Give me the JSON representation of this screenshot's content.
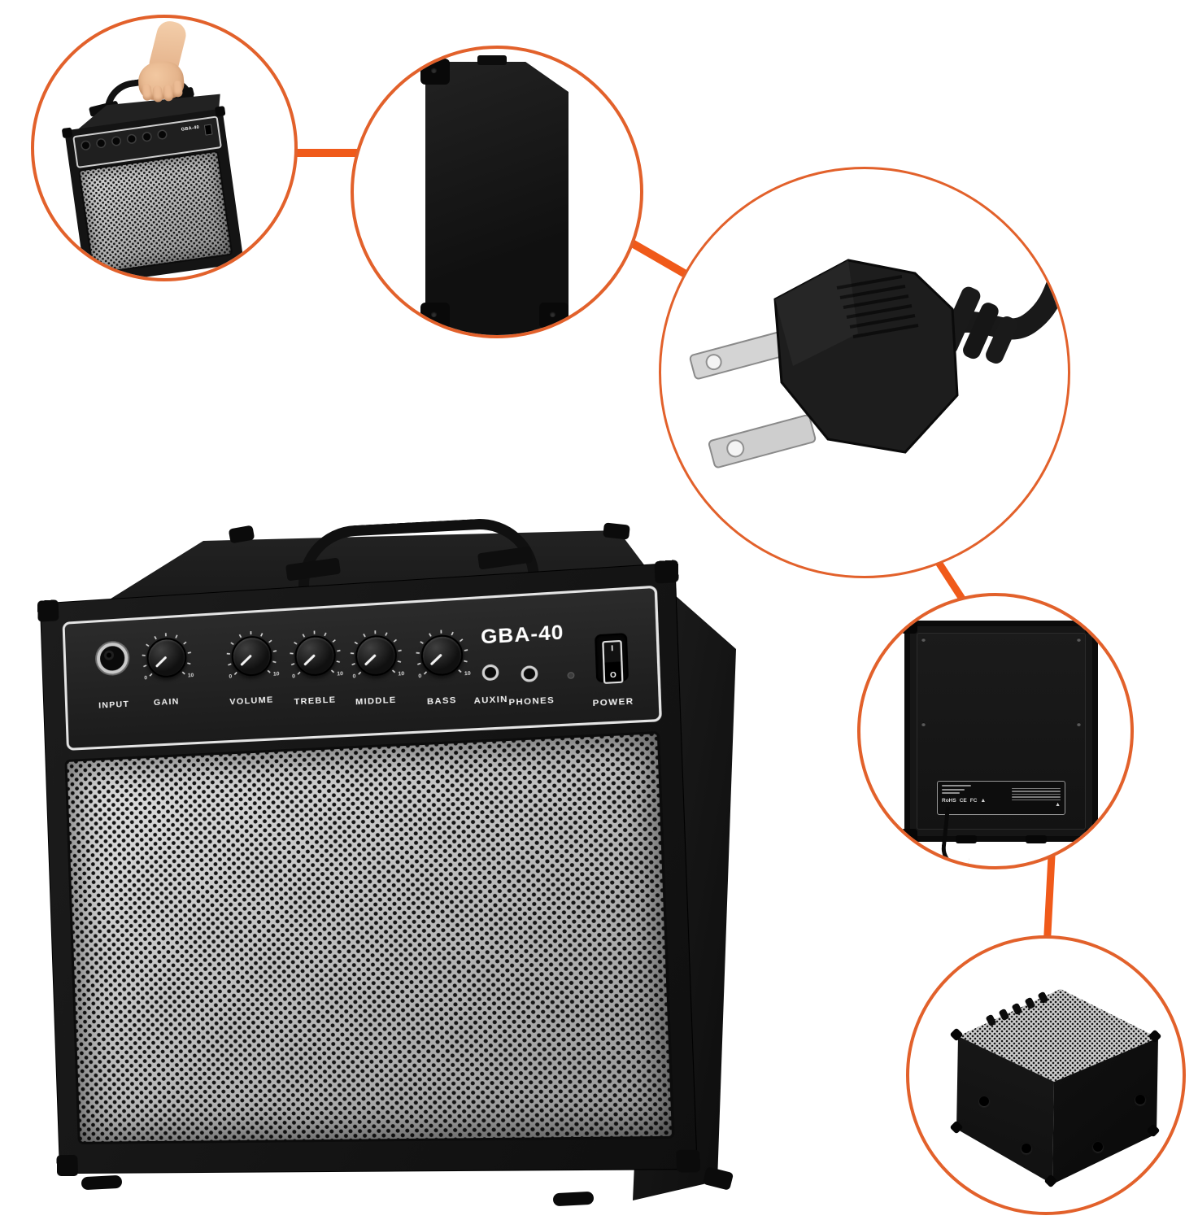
{
  "colors": {
    "ring_orange": "#e2612b",
    "connector_orange": "#f05a1a",
    "amp_black": "#141414",
    "grille_silver": "#d6d6d6"
  },
  "amp": {
    "model_label": "GBA-40",
    "panel": {
      "input_label": "INPUT",
      "knobs": [
        {
          "label": "GAIN"
        },
        {
          "label": "VOLUME"
        },
        {
          "label": "TREBLE"
        },
        {
          "label": "MIDDLE"
        },
        {
          "label": "BASS"
        }
      ],
      "scale_min": "0",
      "scale_max": "10",
      "auxin_label": "AUXIN",
      "phones_label": "PHONES",
      "power_label": "POWER",
      "switch_on_label": "I",
      "switch_off_label": "O"
    }
  },
  "mini_amp": {
    "model_label": "GBA-40"
  },
  "back_panel": {
    "rohs_label": "RoHS",
    "ce_label": "CE",
    "fcc_label": "FC"
  }
}
